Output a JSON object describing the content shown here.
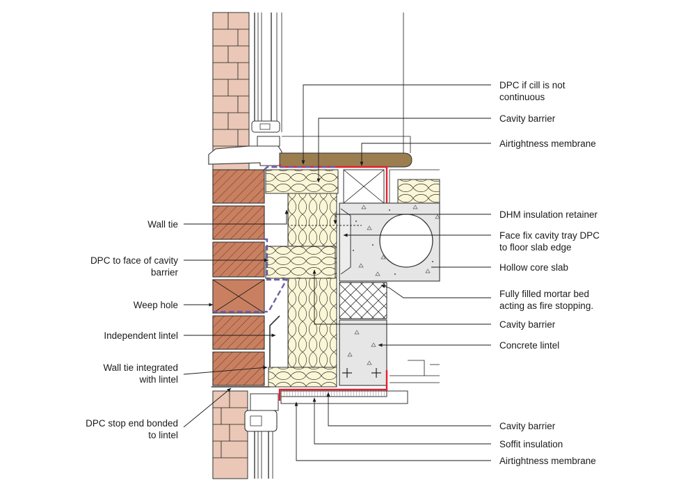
{
  "labels": {
    "dpc_cill": [
      "DPC if cill is not",
      "continuous"
    ],
    "cavity_barrier_top": "Cavity barrier",
    "airtightness_top": "Airtightness membrane",
    "dhm_retainer": "DHM insulation retainer",
    "face_fix_tray": [
      "Face fix cavity tray DPC",
      "to floor slab edge"
    ],
    "hollow_core": "Hollow core slab",
    "mortar_bed": [
      "Fully filled mortar bed",
      "acting as fire stopping."
    ],
    "cavity_barrier_mid": "Cavity barrier",
    "concrete_lintel": "Concrete lintel",
    "cavity_barrier_bottom": "Cavity barrier",
    "soffit_insulation": "Soffit insulation",
    "airtightness_bottom": "Airtightness membrane",
    "wall_tie": "Wall tie",
    "dpc_face": [
      "DPC to face of cavity",
      "barrier"
    ],
    "weep_hole": "Weep hole",
    "independent_lintel": "Independent lintel",
    "wall_tie_lintel": [
      "Wall tie integrated",
      "with lintel"
    ],
    "dpc_stop_end": [
      "DPC stop end bonded",
      "to lintel"
    ]
  },
  "colors": {
    "brick_face": "#eac7b6",
    "brick_cut": "#c98060",
    "insulation": "#fbf6d6",
    "timber": "#9b7d4f",
    "concrete": "#e6e6e6",
    "airtightness": "#e0202e",
    "dpc": "#6e5ea8"
  }
}
